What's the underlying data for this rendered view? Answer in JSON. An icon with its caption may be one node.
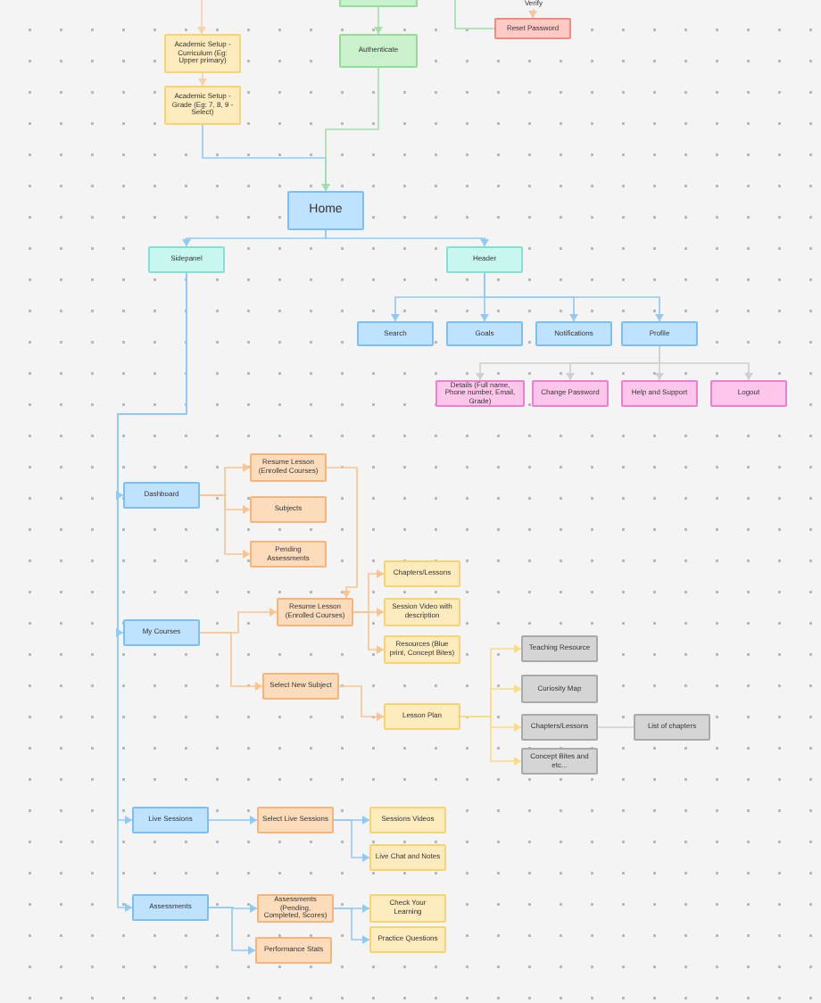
{
  "diagram": {
    "nodes": [
      {
        "text": [],
        "shape": "box"
      },
      {
        "text": [
          "Verify"
        ]
      },
      {
        "text": [
          "Reset Password"
        ]
      },
      {
        "text": [
          "Academic Setup - Curriculum (Eg: Upper primary)"
        ]
      },
      {
        "text": [
          "Academic Setup - Grade (Eg: 7, 8, 9 - Select)"
        ]
      },
      {
        "text": [
          "Authenticate"
        ]
      },
      {
        "text": [
          "Home"
        ]
      },
      {
        "text": [
          "Sidepanel"
        ]
      },
      {
        "text": [
          "Header"
        ]
      },
      {
        "text": [
          "Search"
        ]
      },
      {
        "text": [
          "Goals"
        ]
      },
      {
        "text": [
          "Notifications"
        ]
      },
      {
        "text": [
          "Profile"
        ]
      },
      {
        "text": [
          "Details (Full name, Phone number, Email, Grade)"
        ]
      },
      {
        "text": [
          "Change Password"
        ]
      },
      {
        "text": [
          "Help and Support"
        ]
      },
      {
        "text": [
          "Logout"
        ]
      },
      {
        "text": [
          "Dashboard"
        ]
      },
      {
        "text": [
          "Resume Lesson (Enrolled Courses)"
        ]
      },
      {
        "text": [
          "Subjects"
        ]
      },
      {
        "text": [
          "Pending Assessments"
        ]
      },
      {
        "text": [
          "My Courses"
        ]
      },
      {
        "text": [
          "Resume Lesson (Enrolled Courses)"
        ]
      },
      {
        "text": [
          "Chapters/Lessons"
        ]
      },
      {
        "text": [
          "Session Video with description"
        ]
      },
      {
        "text": [
          "Resources (Blue print, Concept Bites)"
        ]
      },
      {
        "text": [
          "Select New Subject"
        ]
      },
      {
        "text": [
          "Lesson Plan"
        ]
      },
      {
        "text": [
          "Teaching Resource"
        ]
      },
      {
        "text": [
          "Curiosity Map"
        ]
      },
      {
        "text": [
          "Chapters/Lessons"
        ]
      },
      {
        "text": [
          "Concept Bites and etc..."
        ]
      },
      {
        "text": [
          "List of chapters"
        ]
      },
      {
        "text": [
          "Live Sessions"
        ]
      },
      {
        "text": [
          "Select Live Sessions"
        ]
      },
      {
        "text": [
          "Sessions Videos"
        ]
      },
      {
        "text": [
          "Live Chat and Notes"
        ]
      },
      {
        "text": [
          "Assessments"
        ]
      },
      {
        "text": [
          "Assessments (Pending, Completed, Scores)"
        ]
      },
      {
        "text": [
          "Performance Stats"
        ]
      },
      {
        "text": [
          "Check Your Learning"
        ]
      },
      {
        "text": [
          "Practice Questions"
        ]
      }
    ],
    "edges": [
      {
        "from": 0,
        "to": 5,
        "arrow": "to",
        "color": "#9fe0a6"
      },
      {
        "from": 1,
        "to": 2,
        "arrow": "to",
        "color": "#f3c69a"
      },
      {
        "from": null,
        "to": 2,
        "arrow": "none",
        "color": "#9fe0a6"
      },
      {
        "from": null,
        "to": 3,
        "arrow": "to",
        "color": "#f5d2a8"
      },
      {
        "from": 3,
        "to": 4,
        "arrow": "to",
        "color": "#f5d2a8"
      },
      {
        "from": 4,
        "to": 6,
        "arrow": "to"
      },
      {
        "from": 5,
        "to": 6,
        "arrow": "to",
        "color": "#9fe0a6"
      },
      {
        "from": 6,
        "to": 7,
        "arrow": "to"
      },
      {
        "from": 6,
        "to": 8,
        "arrow": "to"
      },
      {
        "from": 8,
        "to": 9,
        "arrow": "to"
      },
      {
        "from": 8,
        "to": 10,
        "arrow": "to"
      },
      {
        "from": 8,
        "to": 11,
        "arrow": "to"
      },
      {
        "from": 8,
        "to": 12,
        "arrow": "to"
      },
      {
        "from": 12,
        "to": 13,
        "arrow": "to",
        "color": "#d0d0d0"
      },
      {
        "from": 12,
        "to": 14,
        "arrow": "to",
        "color": "#d0d0d0"
      },
      {
        "from": 12,
        "to": 15,
        "arrow": "to",
        "color": "#d0d0d0"
      },
      {
        "from": 12,
        "to": 16,
        "arrow": "to",
        "color": "#d0d0d0"
      },
      {
        "from": 7,
        "to": 17,
        "arrow": "to"
      },
      {
        "from": 7,
        "to": 21,
        "arrow": "to"
      },
      {
        "from": 7,
        "to": 33,
        "arrow": "to"
      },
      {
        "from": 7,
        "to": 37,
        "arrow": "to"
      },
      {
        "from": 17,
        "to": 18,
        "arrow": "to",
        "color": "#f8c48f"
      },
      {
        "from": 17,
        "to": 19,
        "arrow": "to",
        "color": "#f8c48f"
      },
      {
        "from": 17,
        "to": 20,
        "arrow": "to",
        "color": "#f8c48f"
      },
      {
        "from": 18,
        "to": 22,
        "arrow": "to",
        "color": "#f8c48f"
      },
      {
        "from": 21,
        "to": 22,
        "arrow": "to",
        "color": "#f8c48f"
      },
      {
        "from": 21,
        "to": 26,
        "arrow": "to",
        "color": "#f8c48f"
      },
      {
        "from": 22,
        "to": 23,
        "arrow": "to",
        "color": "#f8c48f"
      },
      {
        "from": 22,
        "to": 24,
        "arrow": "to",
        "color": "#f8c48f"
      },
      {
        "from": 22,
        "to": 25,
        "arrow": "to",
        "color": "#f8c48f"
      },
      {
        "from": 26,
        "to": 27,
        "arrow": "to",
        "color": "#f8c48f"
      },
      {
        "from": 27,
        "to": 28,
        "arrow": "to",
        "color": "#f9dc85"
      },
      {
        "from": 27,
        "to": 29,
        "arrow": "to",
        "color": "#f9dc85"
      },
      {
        "from": 27,
        "to": 30,
        "arrow": "to",
        "color": "#f9dc85"
      },
      {
        "from": 27,
        "to": 31,
        "arrow": "to",
        "color": "#f9dc85"
      },
      {
        "from": 30,
        "to": 32,
        "arrow": "none",
        "color": "#d0d0d0"
      },
      {
        "from": 33,
        "to": 34,
        "arrow": "to"
      },
      {
        "from": 34,
        "to": 35,
        "arrow": "to"
      },
      {
        "from": 34,
        "to": 36,
        "arrow": "to"
      },
      {
        "from": 37,
        "to": 38,
        "arrow": "to"
      },
      {
        "from": 37,
        "to": 39,
        "arrow": "to"
      },
      {
        "from": 38,
        "to": 40,
        "arrow": "to"
      },
      {
        "from": 38,
        "to": 41,
        "arrow": "to"
      }
    ]
  }
}
